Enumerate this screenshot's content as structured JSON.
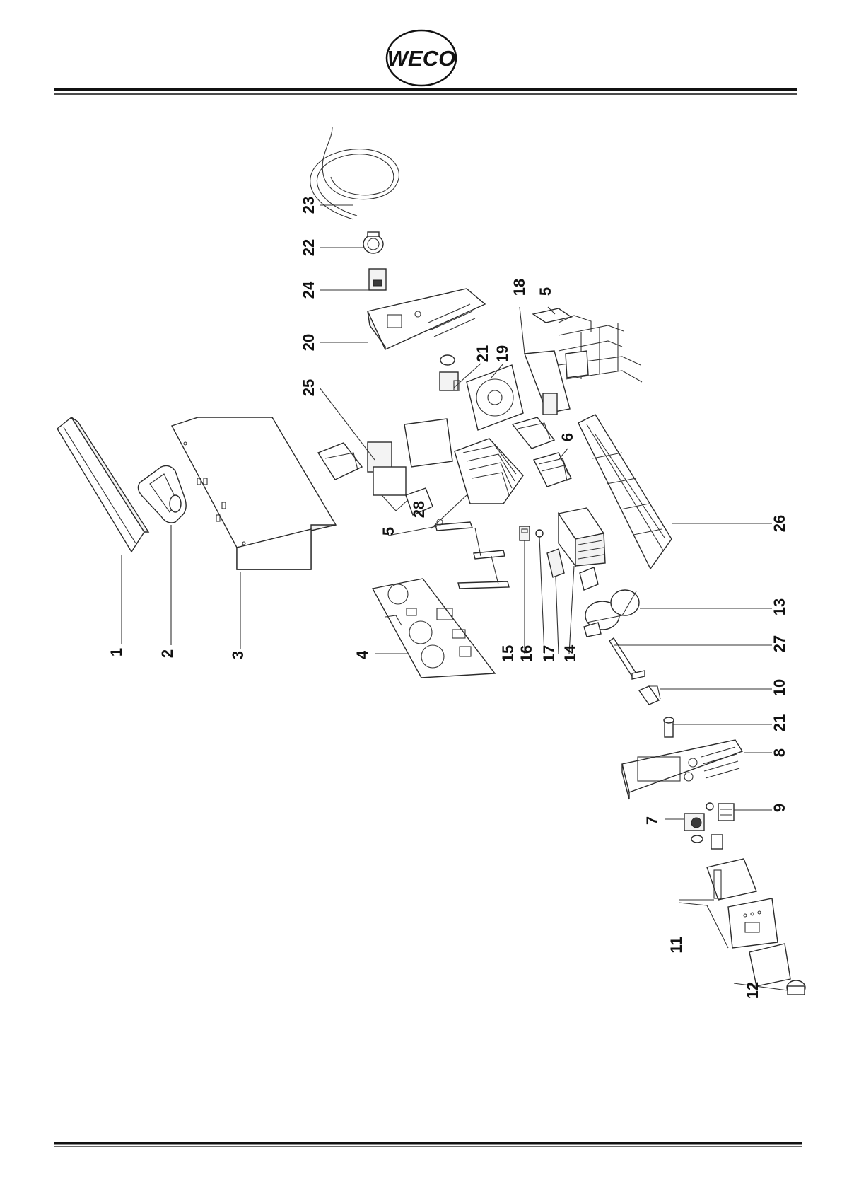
{
  "brand": {
    "logo_text": "WECO",
    "color": "#111111"
  },
  "callouts": [
    {
      "id": "c1",
      "label": "1"
    },
    {
      "id": "c2",
      "label": "2"
    },
    {
      "id": "c3",
      "label": "3"
    },
    {
      "id": "c4",
      "label": "4"
    },
    {
      "id": "c5a",
      "label": "5"
    },
    {
      "id": "c5b",
      "label": "5"
    },
    {
      "id": "c6",
      "label": "6"
    },
    {
      "id": "c7",
      "label": "7"
    },
    {
      "id": "c8",
      "label": "8"
    },
    {
      "id": "c9",
      "label": "9"
    },
    {
      "id": "c10",
      "label": "10"
    },
    {
      "id": "c11",
      "label": "11"
    },
    {
      "id": "c12",
      "label": "12"
    },
    {
      "id": "c13",
      "label": "13"
    },
    {
      "id": "c14",
      "label": "14"
    },
    {
      "id": "c15",
      "label": "15"
    },
    {
      "id": "c16",
      "label": "16"
    },
    {
      "id": "c17",
      "label": "17"
    },
    {
      "id": "c18",
      "label": "18"
    },
    {
      "id": "c19",
      "label": "19"
    },
    {
      "id": "c20",
      "label": "20"
    },
    {
      "id": "c21a",
      "label": "21"
    },
    {
      "id": "c21b",
      "label": "21"
    },
    {
      "id": "c22",
      "label": "22"
    },
    {
      "id": "c23",
      "label": "23"
    },
    {
      "id": "c24",
      "label": "24"
    },
    {
      "id": "c25",
      "label": "25"
    },
    {
      "id": "c26",
      "label": "26"
    },
    {
      "id": "c27",
      "label": "27"
    },
    {
      "id": "c28",
      "label": "28"
    }
  ]
}
